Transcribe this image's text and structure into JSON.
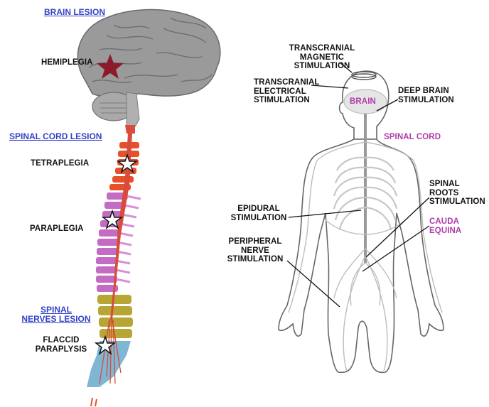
{
  "left_panel": {
    "headers": {
      "brain_lesion": "BRAIN LESION",
      "spinal_cord_lesion": "SPINAL CORD LESION",
      "spinal_nerves_lesion": "SPINAL\nNERVES LESION"
    },
    "labels": {
      "hemiplegia": "HEMIPLEGIA",
      "tetraplegia": "TETRAPLEGIA",
      "paraplegia": "PARAPLEGIA",
      "flaccid_paraplysis": "FLACCID\nPARAPLYSIS"
    },
    "colors": {
      "header": "#3343c4",
      "brain_marker": "#8b1a2b",
      "cervical": "#e8502a",
      "thoracic": "#c46bc4",
      "lumbar": "#b7a534",
      "sacral": "#7fb6d4"
    }
  },
  "right_panel": {
    "labels": {
      "transcranial_magnetic": "TRANSCRANIAL\nMAGNETIC\nSTIMULATION",
      "transcranial_electrical": "TRANSCRANIAL\nELECTRICAL\nSTIMULATION",
      "deep_brain": "DEEP BRAIN\nSTIMULATION",
      "epidural": "EPIDURAL\nSTIMULATION",
      "spinal_roots": "SPINAL\nROOTS\nSTIMULATION",
      "peripheral_nerve": "PERIPHERAL\nNERVE\nSTIMULATION"
    },
    "anatomy_labels": {
      "brain": "BRAIN",
      "spinal_cord": "SPINAL CORD",
      "cauda_equina": "CAUDA\nEQUINA"
    },
    "colors": {
      "anatomy_label": "#b13aa9",
      "body_outline": "#555555"
    }
  }
}
